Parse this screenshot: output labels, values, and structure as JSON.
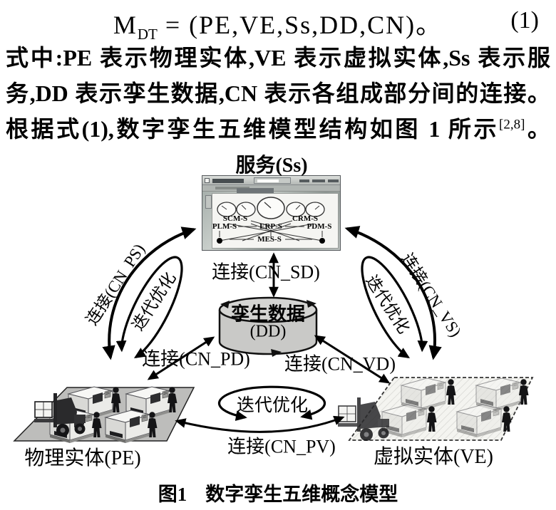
{
  "page": {
    "equation": {
      "lhs": "M",
      "lhs_sub": "DT",
      "rhs": "= (PE,VE,Ss,DD,CN)。",
      "number": "(1)"
    },
    "body": {
      "line1": "式中:PE 表示物理实体,VE 表示虚拟实体,Ss 表示服",
      "line2": "务,DD 表示孪生数据,CN 表示各组成部分间的连接。",
      "line3_prefix": "根据式(1),数字孪生五维模型结构如图 1 所示",
      "line3_sup": "[2,8]",
      "line3_suffix": "。"
    }
  },
  "figure": {
    "service_label": "服务(Ss)",
    "cylinder": {
      "line1": "孪生数据",
      "line2": "(DD)"
    },
    "pe_label": "物理实体(PE)",
    "ve_label": "虚拟实体(VE)",
    "edges": {
      "cn_ps": "连接(CN_PS)",
      "cn_sd": "连接(CN_SD)",
      "cn_vs": "连接(CN_VS)",
      "cn_pd": "连接(CN_PD)",
      "cn_vd": "连接(CN_VD)",
      "cn_pv": "连接(CN_PV)",
      "iter_left": "迭代优化",
      "iter_right": "迭代优化",
      "iter_bottom": "迭代优化"
    },
    "dashboard": {
      "scm": "SCM-S",
      "crm": "CRM-S",
      "plm": "PLM-S",
      "erp": "ERP-S",
      "pdm": "PDM-S",
      "mes": "MES-S"
    },
    "caption_tag": "图1",
    "caption_title": "数字孪生五维概念模型"
  },
  "colors": {
    "ink": "#000000",
    "paper": "#ffffff",
    "cylinder_fill": "#c9c9c7",
    "platform_fill": "#bdbdbb"
  }
}
